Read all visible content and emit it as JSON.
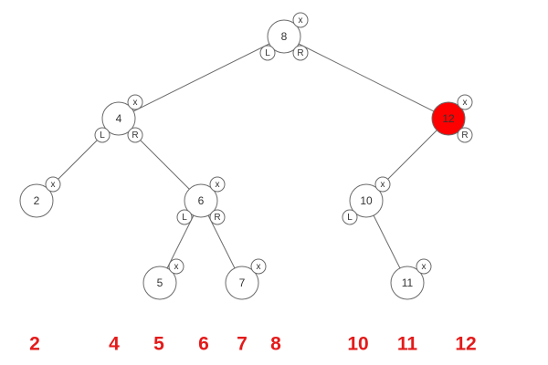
{
  "colors": {
    "node_fill": "#ffffff",
    "highlight_fill": "#ff0000",
    "edge_stroke": "#6a6a6a",
    "sequence_text": "#e41a1a"
  },
  "handle_labels": {
    "delete": "x",
    "left": "L",
    "right": "R"
  },
  "tree": {
    "nodes": [
      {
        "id": "n8",
        "label": "8",
        "highlighted": false,
        "handles": [
          "delete",
          "left",
          "right"
        ]
      },
      {
        "id": "n4",
        "label": "4",
        "highlighted": false,
        "handles": [
          "delete",
          "left",
          "right"
        ]
      },
      {
        "id": "n12",
        "label": "12",
        "highlighted": true,
        "handles": [
          "delete",
          "right"
        ]
      },
      {
        "id": "n2",
        "label": "2",
        "highlighted": false,
        "handles": [
          "delete"
        ]
      },
      {
        "id": "n6",
        "label": "6",
        "highlighted": false,
        "handles": [
          "delete",
          "left",
          "right"
        ]
      },
      {
        "id": "n10",
        "label": "10",
        "highlighted": false,
        "handles": [
          "delete",
          "left"
        ]
      },
      {
        "id": "n5",
        "label": "5",
        "highlighted": false,
        "handles": [
          "delete"
        ]
      },
      {
        "id": "n7",
        "label": "7",
        "highlighted": false,
        "handles": [
          "delete"
        ]
      },
      {
        "id": "n11",
        "label": "11",
        "highlighted": false,
        "handles": [
          "delete"
        ]
      }
    ],
    "edges": [
      {
        "from": "n8",
        "to": "n4"
      },
      {
        "from": "n8",
        "to": "n12"
      },
      {
        "from": "n4",
        "to": "n2"
      },
      {
        "from": "n4",
        "to": "n6"
      },
      {
        "from": "n6",
        "to": "n5"
      },
      {
        "from": "n6",
        "to": "n7"
      },
      {
        "from": "n12",
        "to": "n10"
      },
      {
        "from": "n10",
        "to": "n11"
      }
    ]
  },
  "sequence": [
    "2",
    "4",
    "5",
    "6",
    "7",
    "8",
    "10",
    "11",
    "12"
  ]
}
